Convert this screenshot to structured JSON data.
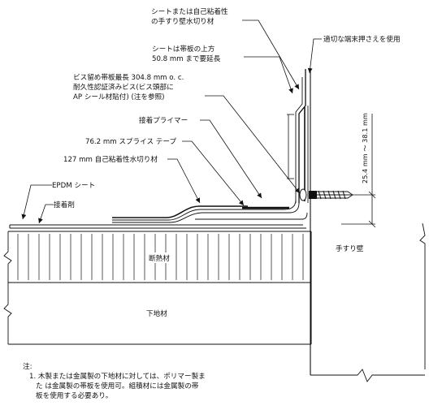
{
  "labels": {
    "sheet_or_self_adhesive_line1": "シートまたは自己粘着性",
    "sheet_or_self_adhesive_line2": "の手すり壁水切り材",
    "term_bar": "適切な端末押さえを使用",
    "sheet_extend_line1": "シートは帯板の上方",
    "sheet_extend_line2": "50.8 mm まで要延長",
    "screw_line1": "ビス留め帯板最長 304.8 mm o. c.",
    "screw_line2": "耐久性認証済みビス(ビス頭部に",
    "screw_line3": "AP シール材貼付) (注を参照)",
    "primer": "接着プライマー",
    "splice_tape": "76.2 mm スプライス テープ",
    "flashing_127": "127 mm 自己粘着性水切り材",
    "epdm": "EPDM シート",
    "adhesive": "接着剤",
    "insulation": "断熱材",
    "substrate": "下地材",
    "parapet": "手すり壁",
    "dimension": "25.4 mm ～ 38.1 mm"
  },
  "notes": {
    "heading": "注:",
    "line1": "1. 木製または金属製の下地材に対しては、ポリマー製ま",
    "line2": "た は金属製の帯板を使用可。組積材には金属製の帯",
    "line3": "板を使用する必要あり。"
  }
}
